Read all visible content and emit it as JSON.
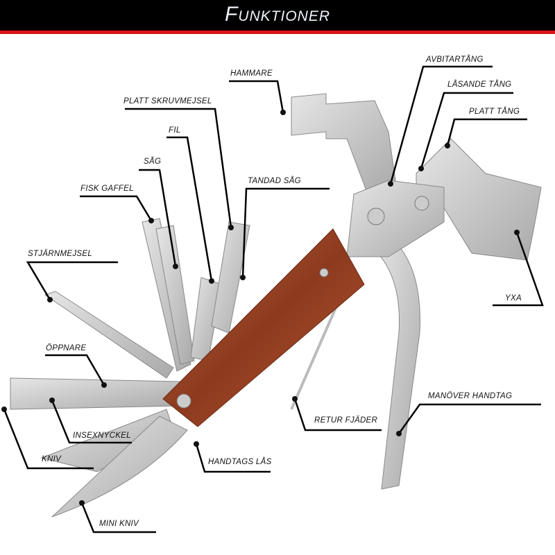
{
  "title": "Funktioner",
  "colors": {
    "header": "#000000",
    "accent": "#d9141b",
    "wood": "#a0482a",
    "steel": "#c9c9c9"
  },
  "labels": {
    "hammer": "HAMMARE",
    "flat_screwdriver": "PLATT SKRUVMEJSEL",
    "file": "FIL",
    "saw": "SÅG",
    "fish_fork": "FISK GAFFEL",
    "serrated_saw": "TANDAD SÅG",
    "phillips": "STJÄRNMEJSEL",
    "opener": "ÖPPNARE",
    "hex_key": "INSEXNYCKEL",
    "knife": "KNIV",
    "mini_knife": "MINI KNIV",
    "handle_lock": "HANDTAGS LÅS",
    "return_spring": "RETUR FJÄDER",
    "operating_handle": "MANÖVER HANDTAG",
    "axe": "YXA",
    "flat_pliers": "PLATT TÅNG",
    "locking_pliers": "LÅSANDE TÅNG",
    "wire_cutter": "AVBITARTÅNG"
  }
}
